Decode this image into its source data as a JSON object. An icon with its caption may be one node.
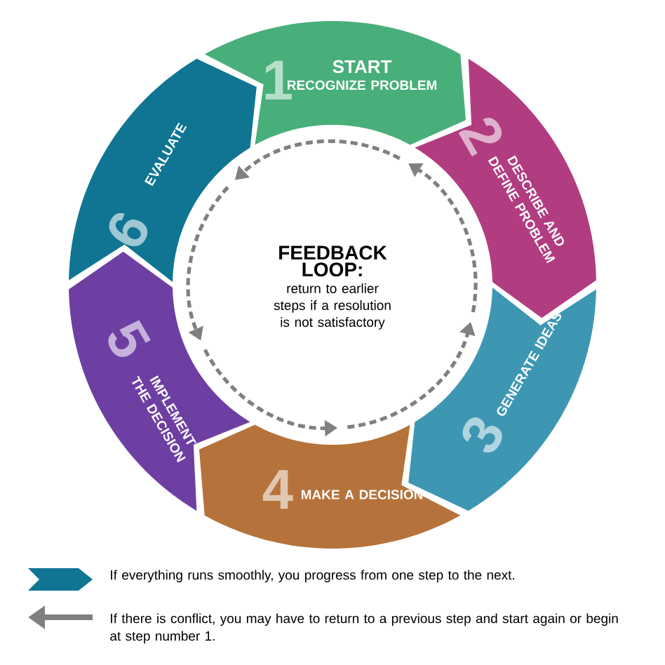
{
  "diagram": {
    "nodes": [
      {
        "text": [
          "1",
          "START",
          "RECOGNIZE PROBLEM"
        ]
      },
      {
        "text": [
          "2",
          "DESCRIBE AND DEFINE PROBLEM"
        ]
      },
      {
        "text": [
          "3",
          "GENERATE IDEAS"
        ]
      },
      {
        "text": [
          "4",
          "MAKE A DECISION"
        ]
      },
      {
        "text": [
          "5",
          "IMPLEMENT THE DECISION"
        ]
      },
      {
        "text": [
          "6",
          "EVALUATE"
        ]
      },
      {
        "text": [
          "FEEDBACK LOOP:",
          "return to earlier steps if a resolution is not satisfactory"
        ]
      }
    ],
    "legend": [
      {
        "text": "If everything runs smoothly, you progress from one step to the next."
      },
      {
        "text": "If there is conflict, you may have to return to a previous step and start again or begin at step number 1."
      }
    ]
  }
}
